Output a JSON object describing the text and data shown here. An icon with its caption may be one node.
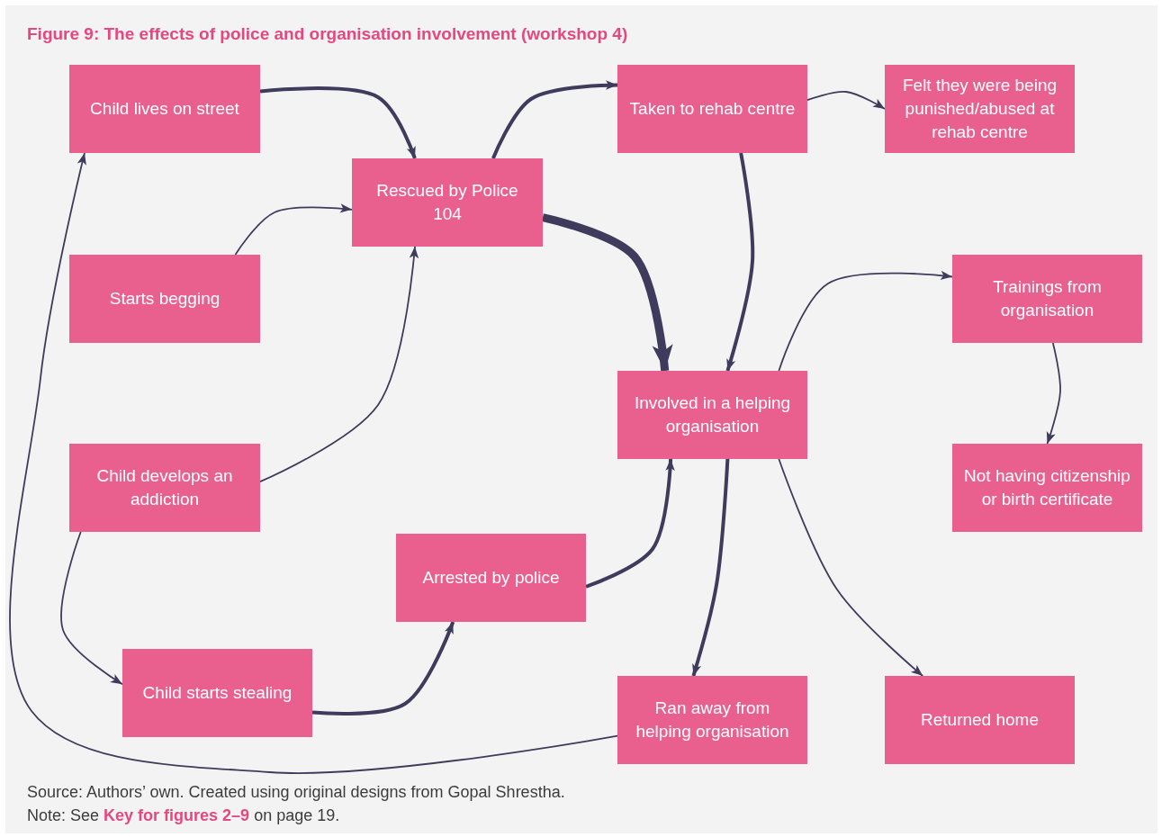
{
  "diagram": {
    "title": "Figure 9: The effects of police and organisation involvement (workshop 4)",
    "nodes": [
      {
        "text": [
          "Child lives on street"
        ]
      },
      {
        "text": [
          "Rescued by Police 104"
        ]
      },
      {
        "text": [
          "Taken to rehab centre"
        ]
      },
      {
        "text": [
          "Felt they were being punished/abused at rehab centre"
        ]
      },
      {
        "text": [
          "Starts begging"
        ]
      },
      {
        "text": [
          "Trainings from organisation"
        ]
      },
      {
        "text": [
          "Involved in a helping organisation"
        ]
      },
      {
        "text": [
          "Child develops an addiction"
        ]
      },
      {
        "text": [
          "Not having citizenship or birth certificate"
        ]
      },
      {
        "text": [
          "Arrested by police"
        ]
      },
      {
        "text": [
          "Child starts stealing"
        ]
      },
      {
        "text": [
          "Ran away from helping organisation"
        ]
      },
      {
        "text": [
          "Returned home"
        ]
      }
    ],
    "edges": [
      {
        "from": 0,
        "to": 1,
        "arrow": "to",
        "style": "thick"
      },
      {
        "from": 4,
        "to": 1,
        "arrow": "to"
      },
      {
        "from": 7,
        "to": 1,
        "arrow": "to"
      },
      {
        "from": 1,
        "to": 2,
        "arrow": "to",
        "style": "thick"
      },
      {
        "from": 2,
        "to": 3,
        "arrow": "to"
      },
      {
        "from": 1,
        "to": 6,
        "arrow": "to",
        "style": "thick"
      },
      {
        "from": 2,
        "to": 6,
        "arrow": "to",
        "style": "thick"
      },
      {
        "from": 6,
        "to": 5,
        "arrow": "to"
      },
      {
        "from": 5,
        "to": 8,
        "arrow": "to"
      },
      {
        "from": 7,
        "to": 10,
        "arrow": "to"
      },
      {
        "from": 10,
        "to": 9,
        "arrow": "to",
        "style": "thick"
      },
      {
        "from": 9,
        "to": 6,
        "arrow": "to",
        "style": "thick"
      },
      {
        "from": 6,
        "to": 11,
        "arrow": "to",
        "style": "thick"
      },
      {
        "from": 6,
        "to": 12,
        "arrow": "to"
      },
      {
        "from": 11,
        "to": 0,
        "arrow": "to"
      }
    ],
    "labels": [
      "Source: Authors’ own. Created using original designs from Gopal Shrestha.",
      "Note: See **Key for figures 2–9** on page 19."
    ]
  }
}
